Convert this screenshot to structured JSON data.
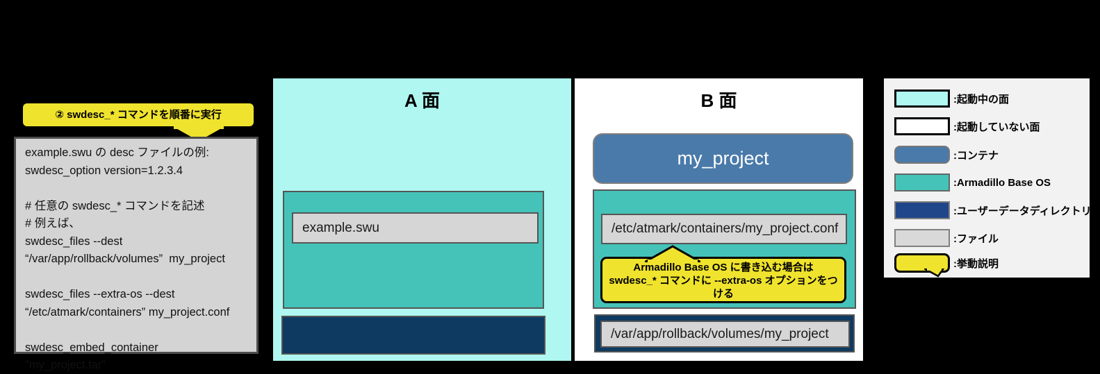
{
  "step_callout": {
    "text": "② swdesc_* コマンドを順番に実行"
  },
  "desc_box": {
    "text": "example.swu の desc ファイルの例:\nswdesc_option version=1.2.3.4\n\n# 任意の swdesc_* コマンドを記述\n# 例えば、\nswdesc_files --dest\n“/var/app/rollback/volumes”  my_project\n\nswdesc_files --extra-os --dest\n“/etc/atmark/containers” my_project.conf\n\nswdesc_embed_container\n\"my_project.tar\""
  },
  "panel_a": {
    "title": "A 面",
    "file_label": "example.swu"
  },
  "panel_b": {
    "title": "B 面",
    "container_label": "my_project",
    "conf_file_label": "/etc/atmark/containers/my_project.conf",
    "volume_file_label": "/var/app/rollback/volumes/my_project",
    "callout_text": "Armadillo Base OS に書き込む場合は\nswdesc_* コマンドに --extra-os オプションをつ\nける"
  },
  "legend": {
    "items": [
      {
        "swatch": "running-side",
        "label": ":起動中の面"
      },
      {
        "swatch": "inactive-side",
        "label": ":起動していない面"
      },
      {
        "swatch": "container",
        "label": ":コンテナ"
      },
      {
        "swatch": "armadillo-base-os",
        "label": ":Armadillo Base OS"
      },
      {
        "swatch": "user-data-directory",
        "label": ":ユーザーデータディレクトリ"
      },
      {
        "swatch": "file",
        "label": ":ファイル"
      },
      {
        "swatch": "behavior-note",
        "label": ":挙動説明"
      }
    ]
  },
  "colors": {
    "background": "#000000",
    "running_side": "#aff7f0",
    "inactive_side": "#ffffff",
    "container": "#4a7aa9",
    "armadillo_base_os": "#45c3b8",
    "user_data_directory": "#0e3a62",
    "legend_user_data": "#20468a",
    "file": "#d6d6d6",
    "behavior_note": "#efe32e"
  }
}
